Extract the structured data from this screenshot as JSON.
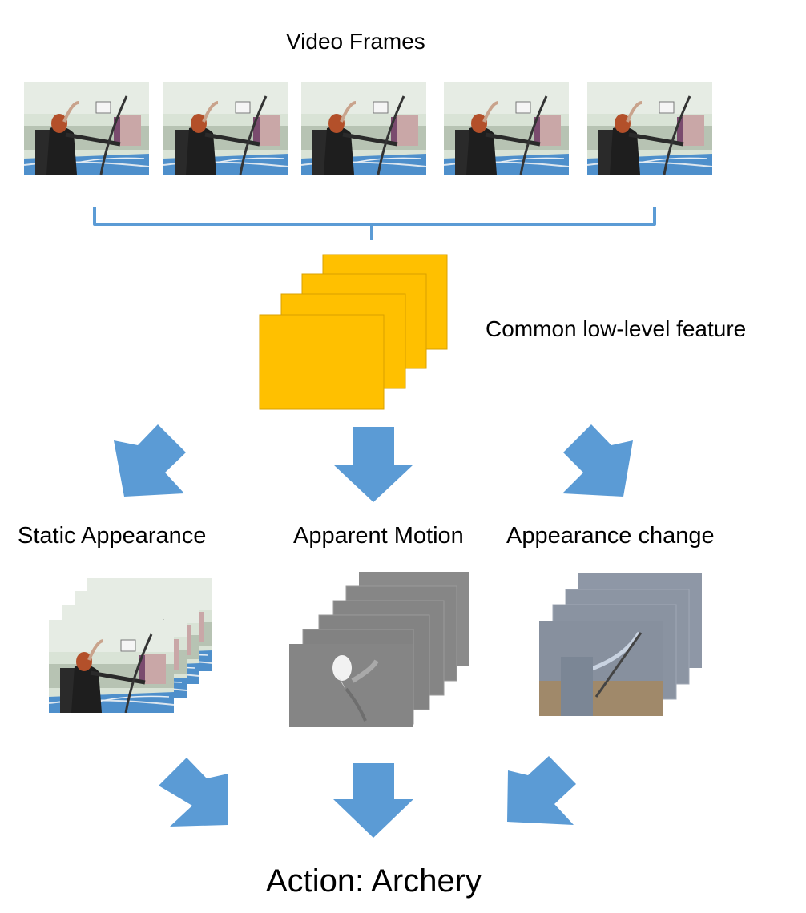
{
  "title": "Video Frames",
  "feature_label": "Common low-level feature",
  "branches": {
    "static": "Static Appearance",
    "motion": "Apparent Motion",
    "change": "Appearance change"
  },
  "result": "Action: Archery",
  "colors": {
    "feature_block": "#FFC000",
    "feature_block_border": "#D9A000",
    "arrow": "#5B9BD5",
    "bracket": "#5B9BD5",
    "motion_gray": "#888888",
    "change_blue_gray": "#8A95A5"
  },
  "icons": {
    "video_frame": "video-frame-thumbnail",
    "arrow": "down-arrow-icon",
    "bracket": "bracket-icon"
  }
}
